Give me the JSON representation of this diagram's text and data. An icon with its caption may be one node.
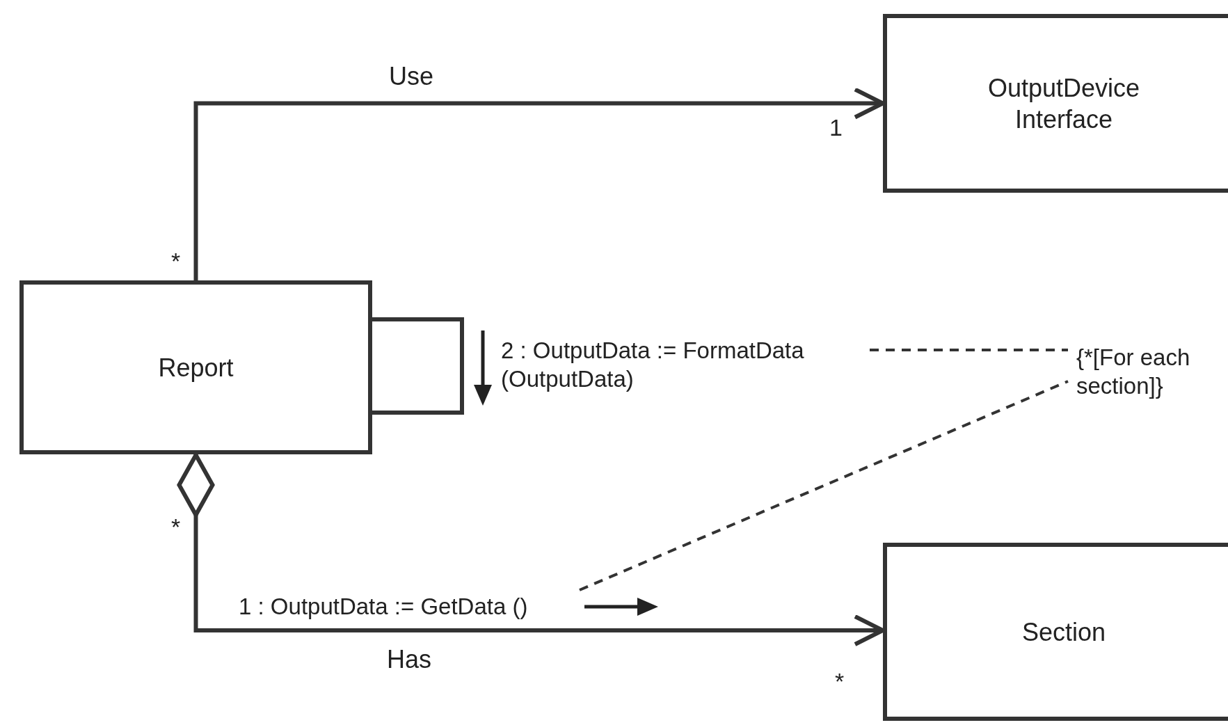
{
  "diagram": {
    "nodes": [
      {
        "text": [
          "OutputDevice Interface"
        ]
      },
      {
        "text": [
          "Report"
        ]
      },
      {
        "text": [
          "Section"
        ]
      },
      {
        "text": [
          "{*[For each section]}"
        ]
      },
      {
        "text": [
          "2 : OutputData := FormatData (OutputData)"
        ]
      },
      {
        "text": [
          "1 : OutputData := GetData ()"
        ]
      }
    ],
    "edges": [
      {
        "from": 1,
        "to": 0,
        "arrow": "to",
        "label": "Use"
      },
      {
        "from": 1,
        "to": 2,
        "arrow": "to",
        "label": "Has"
      },
      {
        "from": 1,
        "to": 1,
        "arrow": "none"
      },
      {
        "from": 4,
        "to": 3,
        "arrow": "none",
        "style": "dashed"
      },
      {
        "from": 5,
        "to": 3,
        "arrow": "none",
        "style": "dashed"
      }
    ],
    "labels": [
      "1",
      "*",
      "*",
      "*"
    ]
  }
}
